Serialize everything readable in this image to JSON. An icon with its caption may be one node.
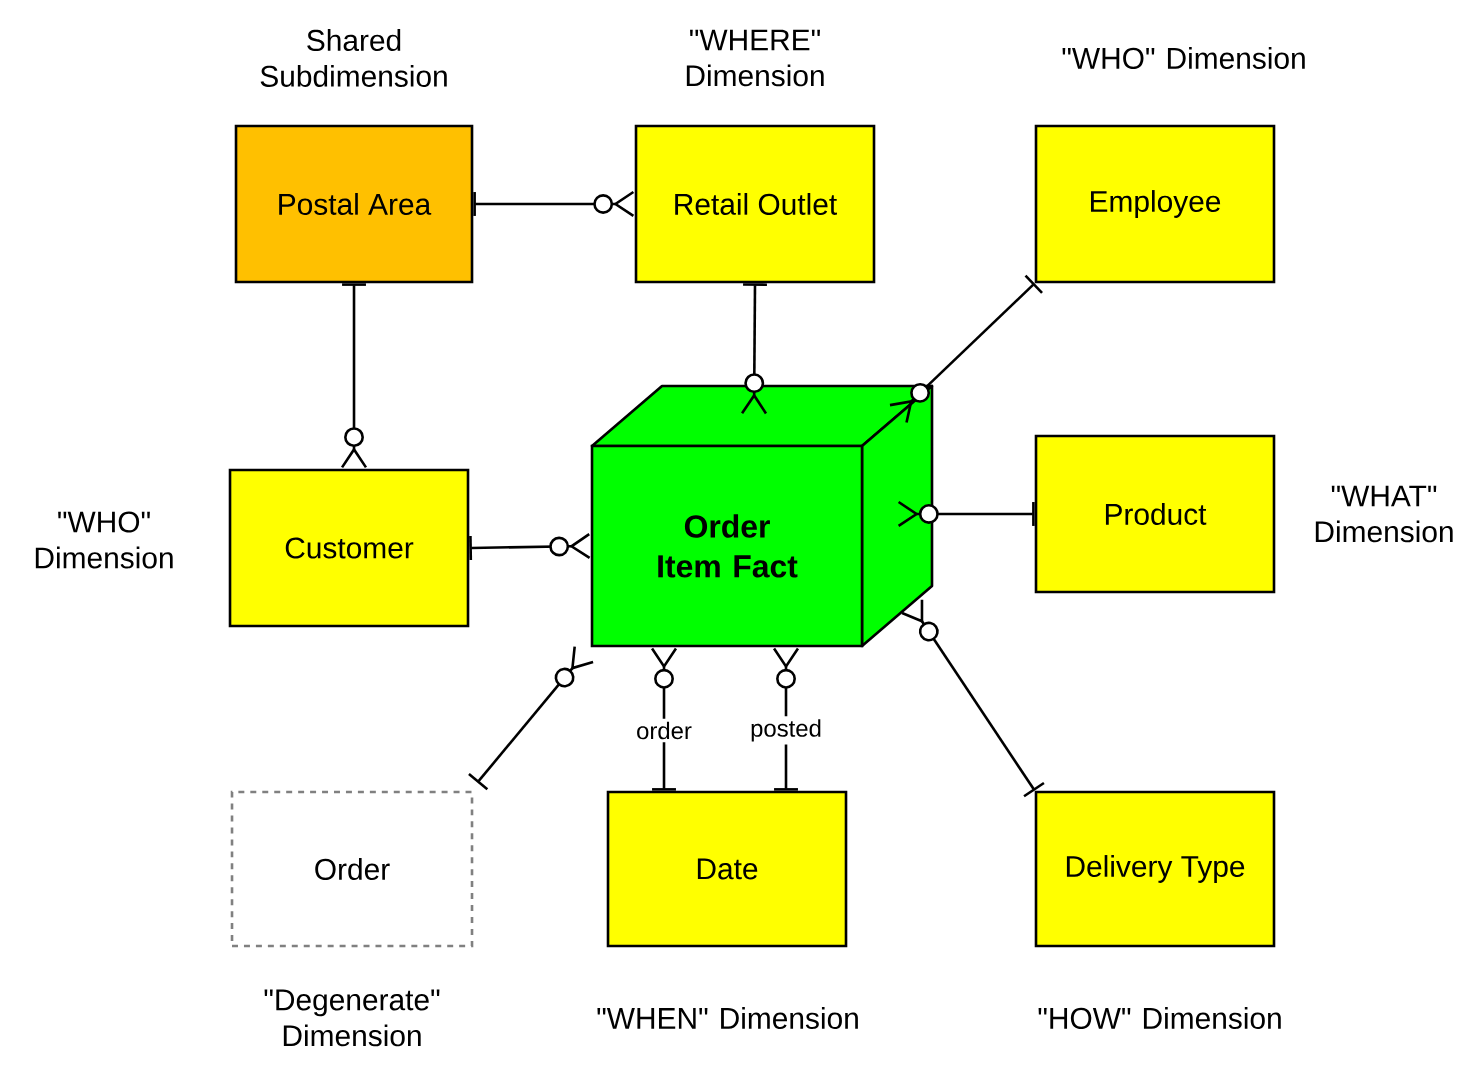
{
  "diagram": {
    "nodes": [
      {
        "text": [
          "Postal Area"
        ],
        "beside": [
          "Shared Subdimension"
        ]
      },
      {
        "text": [
          "Retail Outlet"
        ],
        "beside": [
          "\"WHERE\" Dimension"
        ]
      },
      {
        "text": [
          "Employee"
        ],
        "beside": [
          "\"WHO\" Dimension"
        ]
      },
      {
        "text": [
          "Customer"
        ],
        "beside": [
          "\"WHO\" Dimension"
        ]
      },
      {
        "text": [
          "Order Item Fact"
        ]
      },
      {
        "text": [
          "Product"
        ],
        "beside": [
          "\"WHAT\" Dimension"
        ]
      },
      {
        "text": [
          "Order"
        ],
        "beside": [
          "\"Degenerate\" Dimension"
        ]
      },
      {
        "text": [
          "Date"
        ],
        "beside": [
          "\"WHEN\" Dimension"
        ]
      },
      {
        "text": [
          "Delivery Type"
        ],
        "beside": [
          "\"HOW\" Dimension"
        ]
      }
    ],
    "edges": [
      {
        "from": 0,
        "to": 1,
        "arrow": "other"
      },
      {
        "from": 0,
        "to": 3,
        "arrow": "other"
      },
      {
        "from": 1,
        "to": 4,
        "arrow": "other"
      },
      {
        "from": 2,
        "to": 4,
        "arrow": "other"
      },
      {
        "from": 3,
        "to": 4,
        "arrow": "other"
      },
      {
        "from": 5,
        "to": 4,
        "arrow": "other"
      },
      {
        "from": 6,
        "to": 4,
        "arrow": "other"
      },
      {
        "from": 7,
        "to": 4,
        "arrow": "other",
        "label": "order"
      },
      {
        "from": 7,
        "to": 4,
        "arrow": "other",
        "label": "posted"
      },
      {
        "from": 8,
        "to": 4,
        "arrow": "other"
      }
    ]
  }
}
